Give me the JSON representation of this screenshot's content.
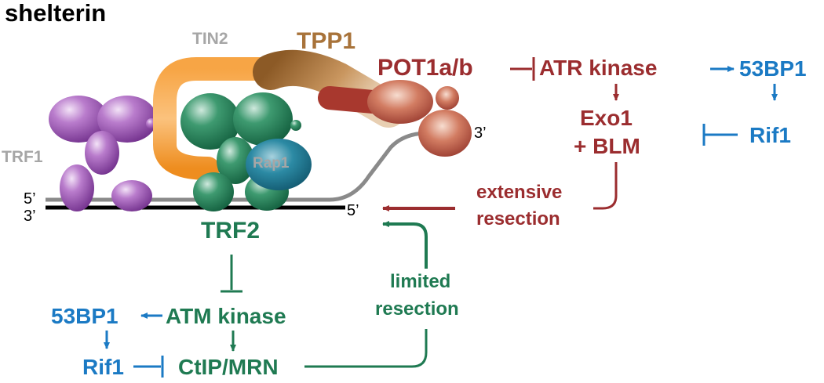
{
  "title": "shelterin",
  "proteins": {
    "tin2": "TIN2",
    "tpp1": "TPP1",
    "pot1": "POT1a/b",
    "trf1": "TRF1",
    "rap1": "Rap1",
    "trf2": "TRF2"
  },
  "dna": {
    "five_prime_top": "5’",
    "three_prime_bottom": "3’",
    "three_prime_overhang": "3’",
    "five_prime_end": "5’"
  },
  "atr_pathway": {
    "atr_kinase": "ATR kinase",
    "exo1": "Exo1",
    "blm": "+ BLM",
    "outcome_line1": "extensive",
    "outcome_line2": "resection",
    "p53bp1": "53BP1",
    "rif1": "Rif1"
  },
  "atm_pathway": {
    "atm_kinase": "ATM kinase",
    "ctip_mrn": "CtIP/MRN",
    "outcome_line1": "limited",
    "outcome_line2": "resection",
    "p53bp1": "53BP1",
    "rif1": "Rif1"
  },
  "colors": {
    "atr_red": "#9b2d2f",
    "atm_green": "#1f7a52",
    "blue": "#1b7ac4",
    "grey_label": "#a6a6a6",
    "tpp1_brown": "#a8733a",
    "trf1_purple": "#8a3fa6",
    "trf2_green": "#1f7a52",
    "tin2_orange": "#f39a30",
    "pot1_red": "#a8382e",
    "rap1_teal": "#1a6d85"
  }
}
